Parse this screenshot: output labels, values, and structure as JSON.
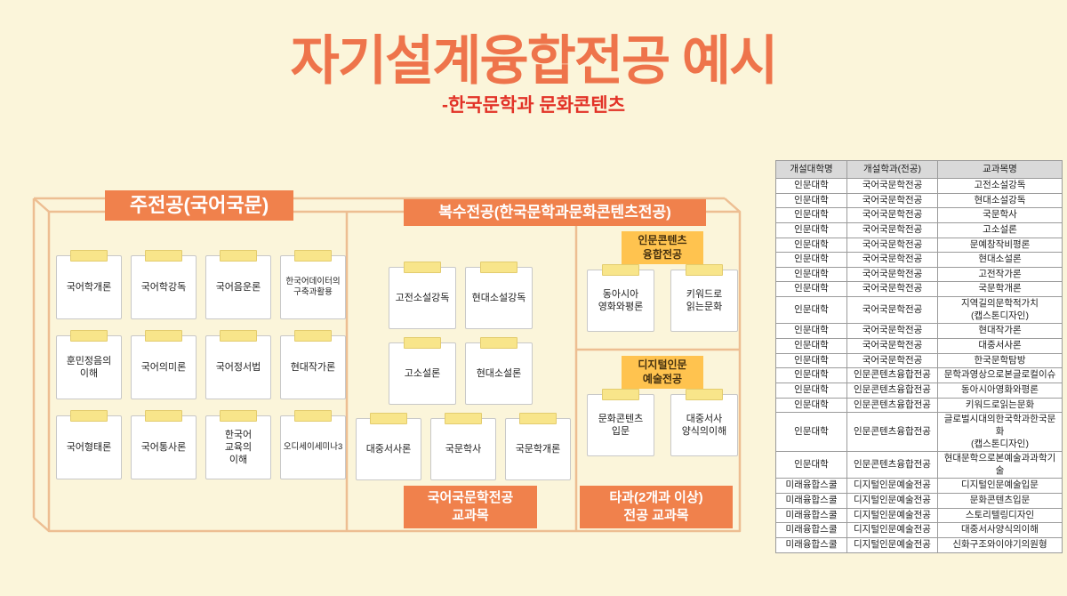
{
  "title": "자기설계융합전공 예시",
  "subtitle": "-한국문학과 문화콘텐츠",
  "colors": {
    "background": "#FBF5DA",
    "title": "#EE744B",
    "subtitle": "#E23227",
    "badge_orange": "#F0814C",
    "badge_yellow": "#FFC34F",
    "card_tab": "#F8E58A",
    "box_line": "#EDBE92",
    "table_header_bg": "#D9D9D9"
  },
  "major": {
    "header": "주전공(국어국문)",
    "courses": [
      "국어학개론",
      "국어학강독",
      "국어음운론",
      "한국어데이터의\n구축과활용",
      "훈민정음의\n이해",
      "국어의미론",
      "국어정서법",
      "현대작가론",
      "국어형태론",
      "국어통사론",
      "한국어\n교육의\n이해",
      "오디세이세미나3"
    ]
  },
  "double_major": {
    "header": "복수전공(한국문학과문화콘텐츠전공)",
    "korean_lit": {
      "courses_top": [
        "고전소설강독",
        "현대소설강독",
        "고소설론",
        "현대소설론"
      ],
      "courses_bottom": [
        "대중서사론",
        "국문학사",
        "국문학개론"
      ],
      "label": "국어국문학전공\n교과목"
    },
    "other_dept": {
      "group1": {
        "badge": "인문콘텐츠\n융합전공",
        "courses": [
          "동아시아\n영화와평론",
          "키워드로\n읽는문화"
        ]
      },
      "group2": {
        "badge": "디지털인문\n예술전공",
        "courses": [
          "문화콘텐츠\n입문",
          "대중서사\n양식의이해"
        ]
      },
      "label": "타과(2개과 이상)\n전공 교과목"
    }
  },
  "table": {
    "headers": [
      "개설대학명",
      "개설학과(전공)",
      "교과목명"
    ],
    "rows": [
      [
        "인문대학",
        "국어국문학전공",
        "고전소설강독"
      ],
      [
        "인문대학",
        "국어국문학전공",
        "현대소설강독"
      ],
      [
        "인문대학",
        "국어국문학전공",
        "국문학사"
      ],
      [
        "인문대학",
        "국어국문학전공",
        "고소설론"
      ],
      [
        "인문대학",
        "국어국문학전공",
        "문예창작비평론"
      ],
      [
        "인문대학",
        "국어국문학전공",
        "현대소설론"
      ],
      [
        "인문대학",
        "국어국문학전공",
        "고전작가론"
      ],
      [
        "인문대학",
        "국어국문학전공",
        "국문학개론"
      ],
      [
        "인문대학",
        "국어국문학전공",
        "지역길의문학적가치\n(캡스톤디자인)"
      ],
      [
        "인문대학",
        "국어국문학전공",
        "현대작가론"
      ],
      [
        "인문대학",
        "국어국문학전공",
        "대중서사론"
      ],
      [
        "인문대학",
        "국어국문학전공",
        "한국문학탐방"
      ],
      [
        "인문대학",
        "인문콘텐츠융합전공",
        "문학과영상으로본글로컬이슈"
      ],
      [
        "인문대학",
        "인문콘텐츠융합전공",
        "동아시아영화와평론"
      ],
      [
        "인문대학",
        "인문콘텐츠융합전공",
        "키워드로읽는문화"
      ],
      [
        "인문대학",
        "인문콘텐츠융합전공",
        "글로벌시대의한국학과한국문화\n(캡스톤디자인)"
      ],
      [
        "인문대학",
        "인문콘텐츠융합전공",
        "현대문학으로본예술과과학기술"
      ],
      [
        "미래융합스쿨",
        "디지털인문예술전공",
        "디지털인문예술입문"
      ],
      [
        "미래융합스쿨",
        "디지털인문예술전공",
        "문화콘텐츠입문"
      ],
      [
        "미래융합스쿨",
        "디지털인문예술전공",
        "스토리텔링디자인"
      ],
      [
        "미래융합스쿨",
        "디지털인문예술전공",
        "대중서사양식의이해"
      ],
      [
        "미래융합스쿨",
        "디지털인문예술전공",
        "신화구조와이야기의원형"
      ]
    ]
  }
}
